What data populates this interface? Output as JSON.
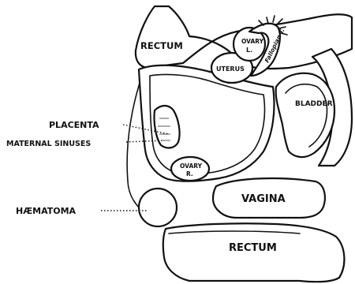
{
  "labels": {
    "rectum_top": "RECTUM",
    "ovary_left_line1": "OVARY",
    "ovary_left_line2": "L.",
    "fallopian_tube": "Fallopian T.",
    "uterus": "UTERUS",
    "bladder": "BLADDER",
    "placenta": "PLACENTA",
    "maternal_sinuses": "MATERNAL SINUSES",
    "ovary_right_line1": "OVARY",
    "ovary_right_line2": "R.",
    "vagina": "VAGINA",
    "haematoma": "HÆMATOMA",
    "rectum_bottom": "RECTUM"
  },
  "colors": {
    "ink": "#111111",
    "paper": "#ffffff"
  }
}
